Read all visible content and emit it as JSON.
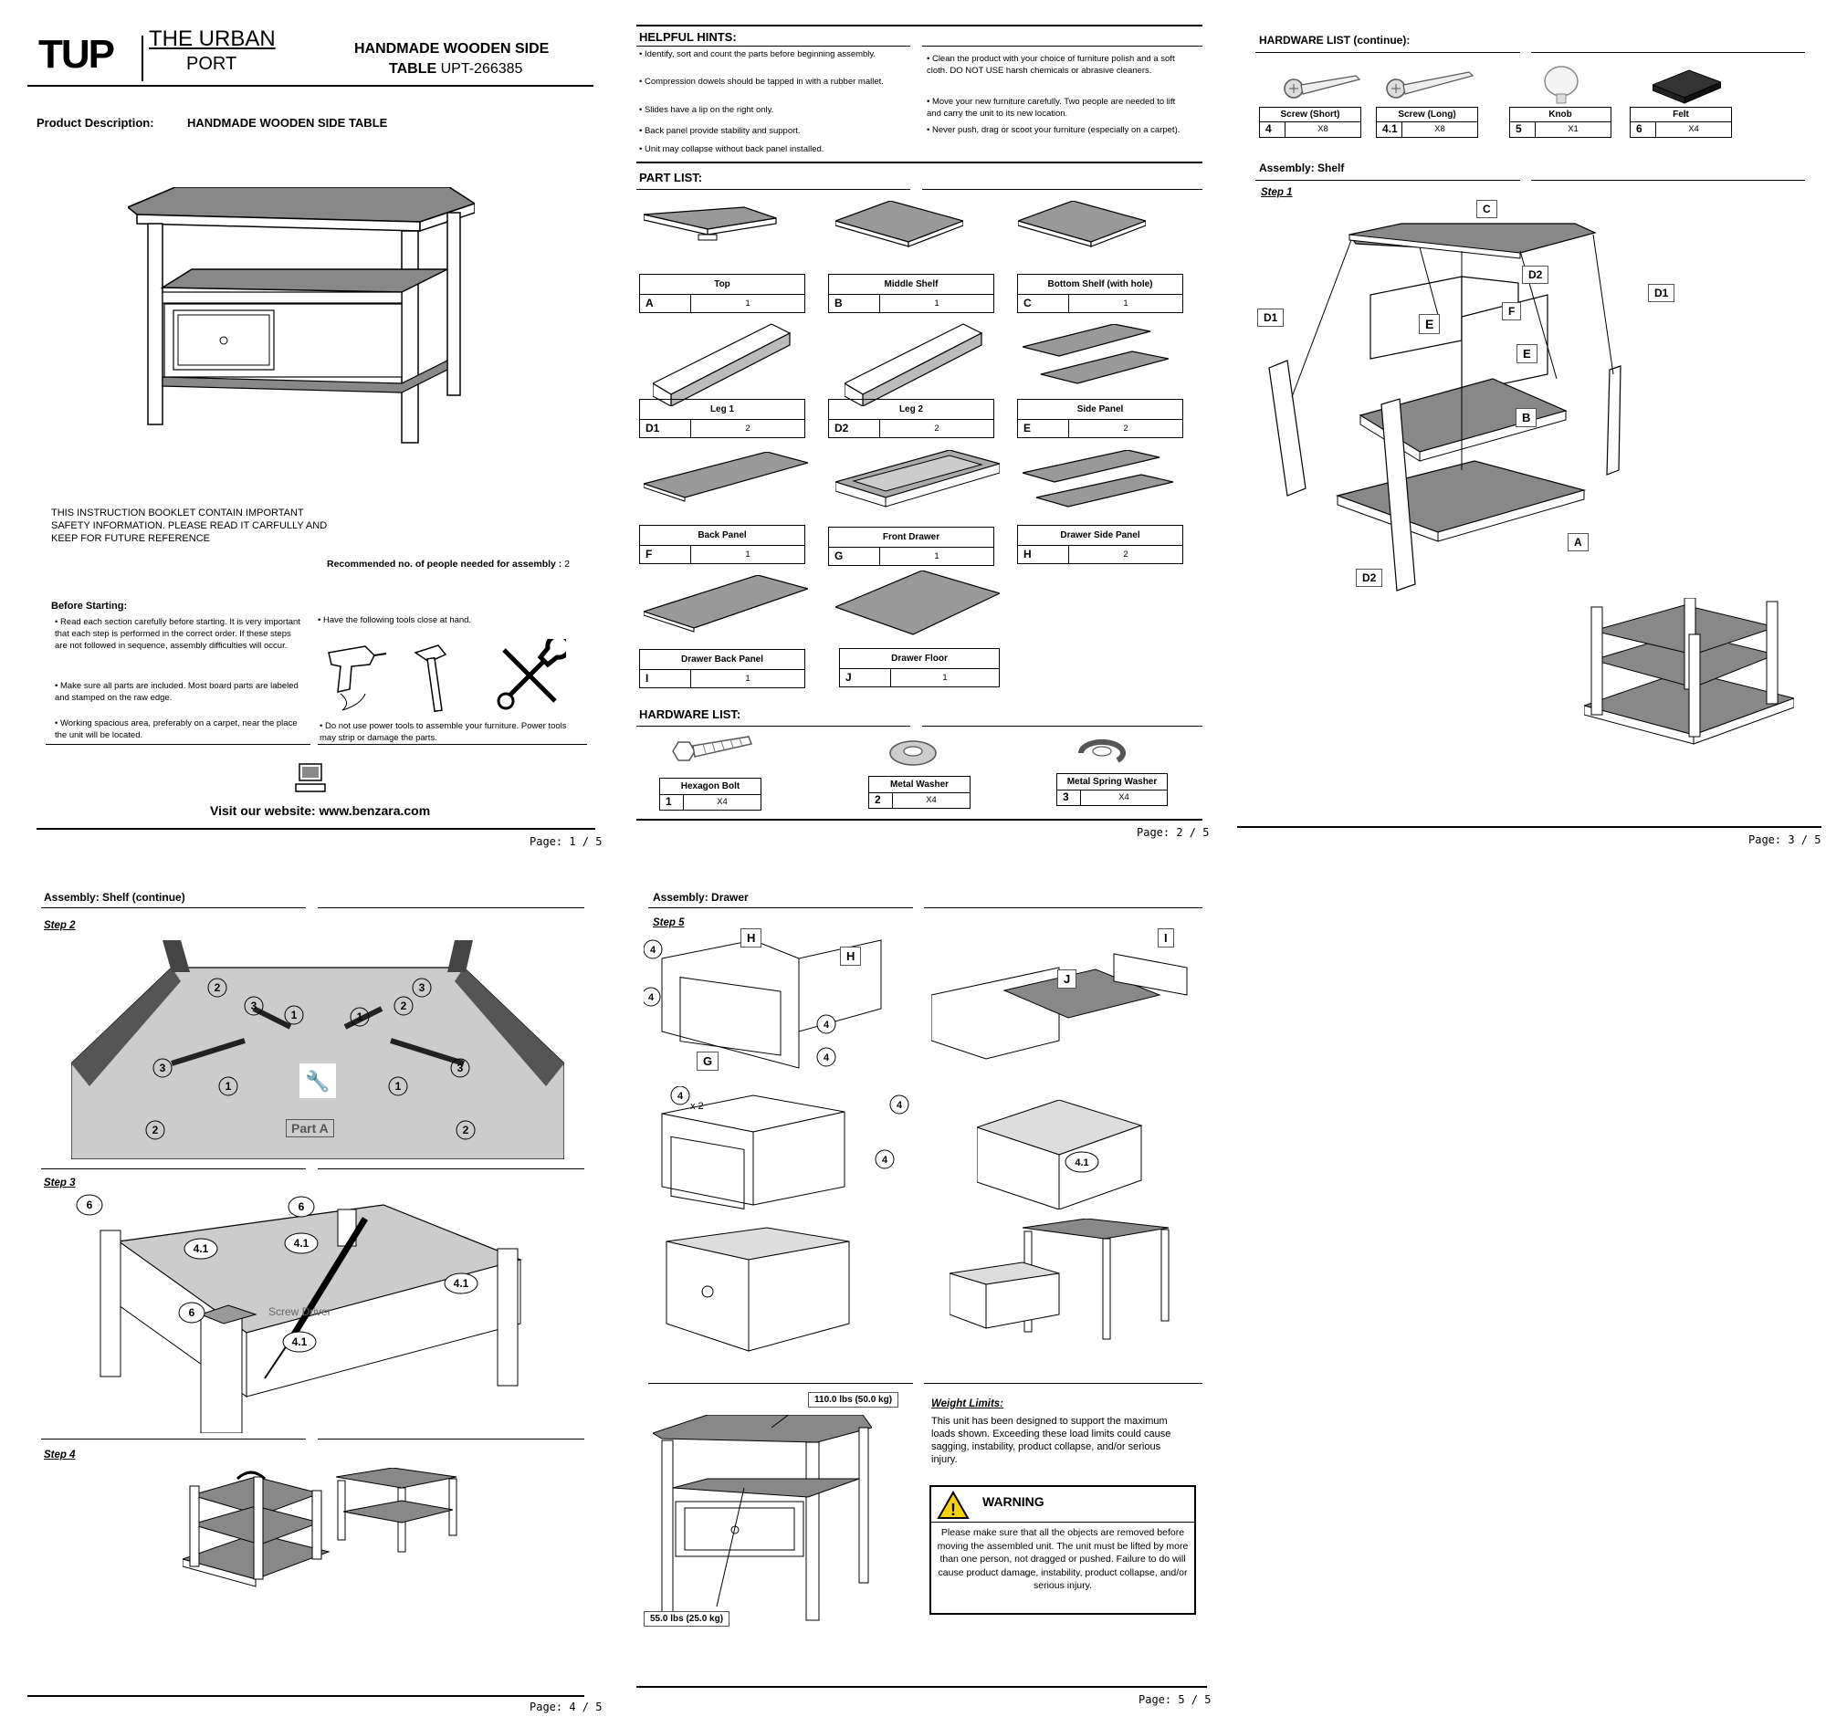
{
  "page1": {
    "brand_logo": "TUP",
    "brand_line1": "THE URBAN",
    "brand_line2": "PORT",
    "doc_title_line1": "HANDMADE WOODEN SIDE",
    "doc_title_line2_bold": "TABLE",
    "doc_title_line2_code": "UPT-266385",
    "product_desc_label": "Product Description:",
    "product_desc_value": "HANDMADE WOODEN SIDE TABLE",
    "safety_text": "THIS INSTRUCTION BOOKLET CONTAIN IMPORTANT SAFETY INFORMATION. PLEASE READ IT CARFULLY AND KEEP FOR FUTURE REFERENCE",
    "people_label": "Recommended no. of people needed for assembly :",
    "people_value": "2",
    "before_title": "Before Starting:",
    "before_items": [
      "• Read each section carefully before starting. It is very important that each step is performed in the correct order. If these steps are not followed in sequence, assembly difficulties will occur.",
      "• Make sure all parts are included. Most board parts are labeled and stamped on the raw edge.",
      "• Working spacious area, preferably on a carpet, near the place the unit will be located."
    ],
    "tools_text": "• Have the following tools close at hand.",
    "power_tools_text": "• Do not use power tools to assemble your furniture. Power tools may strip or damage the parts.",
    "website": "Visit our website: www.benzara.com",
    "page_number": "Page: 1 / 5"
  },
  "page2": {
    "hints_title": "HELPFUL HINTS:",
    "hints_left": [
      "• Identify, sort and count the parts before beginning assembly.",
      "• Compression dowels should be tapped in with a rubber mallet.",
      "• Slides have a lip on the right only.",
      "• Back panel provide stability and support.",
      "• Unit may collapse without back panel installed."
    ],
    "hints_right": [
      "• Clean the product with your choice of furniture polish and a soft cloth. DO NOT USE harsh chemicals or abrasive cleaners.",
      "• Move your new furniture carefully. Two people are needed to lift and carry the unit to its new location.",
      "• Never push, drag or scoot your furniture (especially on a carpet)."
    ],
    "part_list_title": "PART LIST:",
    "parts": [
      {
        "name": "Top",
        "code": "A",
        "qty": "1"
      },
      {
        "name": "Middle Shelf",
        "code": "B",
        "qty": "1"
      },
      {
        "name": "Bottom Shelf (with hole)",
        "code": "C",
        "qty": "1"
      },
      {
        "name": "Leg 1",
        "code": "D1",
        "qty": "2"
      },
      {
        "name": "Leg 2",
        "code": "D2",
        "qty": "2"
      },
      {
        "name": "Side Panel",
        "code": "E",
        "qty": "2"
      },
      {
        "name": "Back Panel",
        "code": "F",
        "qty": "1"
      },
      {
        "name": "Front Drawer",
        "code": "G",
        "qty": "1"
      },
      {
        "name": "Drawer Side Panel",
        "code": "H",
        "qty": "2"
      },
      {
        "name": "Drawer Back Panel",
        "code": "I",
        "qty": "1"
      },
      {
        "name": "Drawer Floor",
        "code": "J",
        "qty": "1"
      }
    ],
    "hardware_title": "HARDWARE LIST:",
    "hardware": [
      {
        "name": "Hexagon Bolt",
        "code": "1",
        "qty": "X4"
      },
      {
        "name": "Metal Washer",
        "code": "2",
        "qty": "X4"
      },
      {
        "name": "Metal Spring Washer",
        "code": "3",
        "qty": "X4"
      }
    ],
    "page_number": "Page: 2 / 5"
  },
  "page3": {
    "hardware_title": "HARDWARE LIST (continue):",
    "hardware": [
      {
        "name": "Screw (Short)",
        "code": "4",
        "qty": "X8"
      },
      {
        "name": "Screw (Long)",
        "code": "4.1",
        "qty": "X8"
      },
      {
        "name": "Knob",
        "code": "5",
        "qty": "X1"
      },
      {
        "name": "Felt",
        "code": "6",
        "qty": "X4"
      }
    ],
    "assembly_title": "Assembly: Shelf",
    "step": "Step 1",
    "labels": {
      "c": "C",
      "d2_top": "D2",
      "f": "F",
      "e_left": "E",
      "e_right": "E",
      "d1_left": "D1",
      "d1_right": "D1",
      "b": "B",
      "a": "A",
      "d2_bottom": "D2"
    },
    "page_number": "Page: 3 / 5"
  },
  "page4": {
    "assembly_title": "Assembly: Shelf (continue)",
    "step2": "Step 2",
    "step3": "Step 3",
    "step4": "Step 4",
    "part_a_label": "Part A",
    "screw_driver_label": "Screw Driver",
    "page_number": "Page: 4 / 5"
  },
  "page5": {
    "assembly_title": "Assembly: Drawer",
    "step": "Step 5",
    "labels": {
      "h1": "H",
      "h2": "H",
      "i": "I",
      "j": "J",
      "g": "G",
      "x2": "x 2"
    },
    "load_top": "110.0 lbs (50.0 kg)",
    "load_bottom": "55.0 lbs (25.0 kg)",
    "weight_title": "Weight Limits:",
    "weight_text": "This unit has been designed to support the maximum loads shown. Exceeding these load limits could cause sagging, instability, product collapse, and/or serious injury.",
    "warning_title": "WARNING",
    "warning_text": "Please make sure that all the objects are removed before moving the assembled unit. The unit must be lifted by more than one person, not dragged or pushed. Failure to do will cause product damage, instability, product collapse, and/or serious injury.",
    "page_number": "Page: 5 / 5"
  }
}
